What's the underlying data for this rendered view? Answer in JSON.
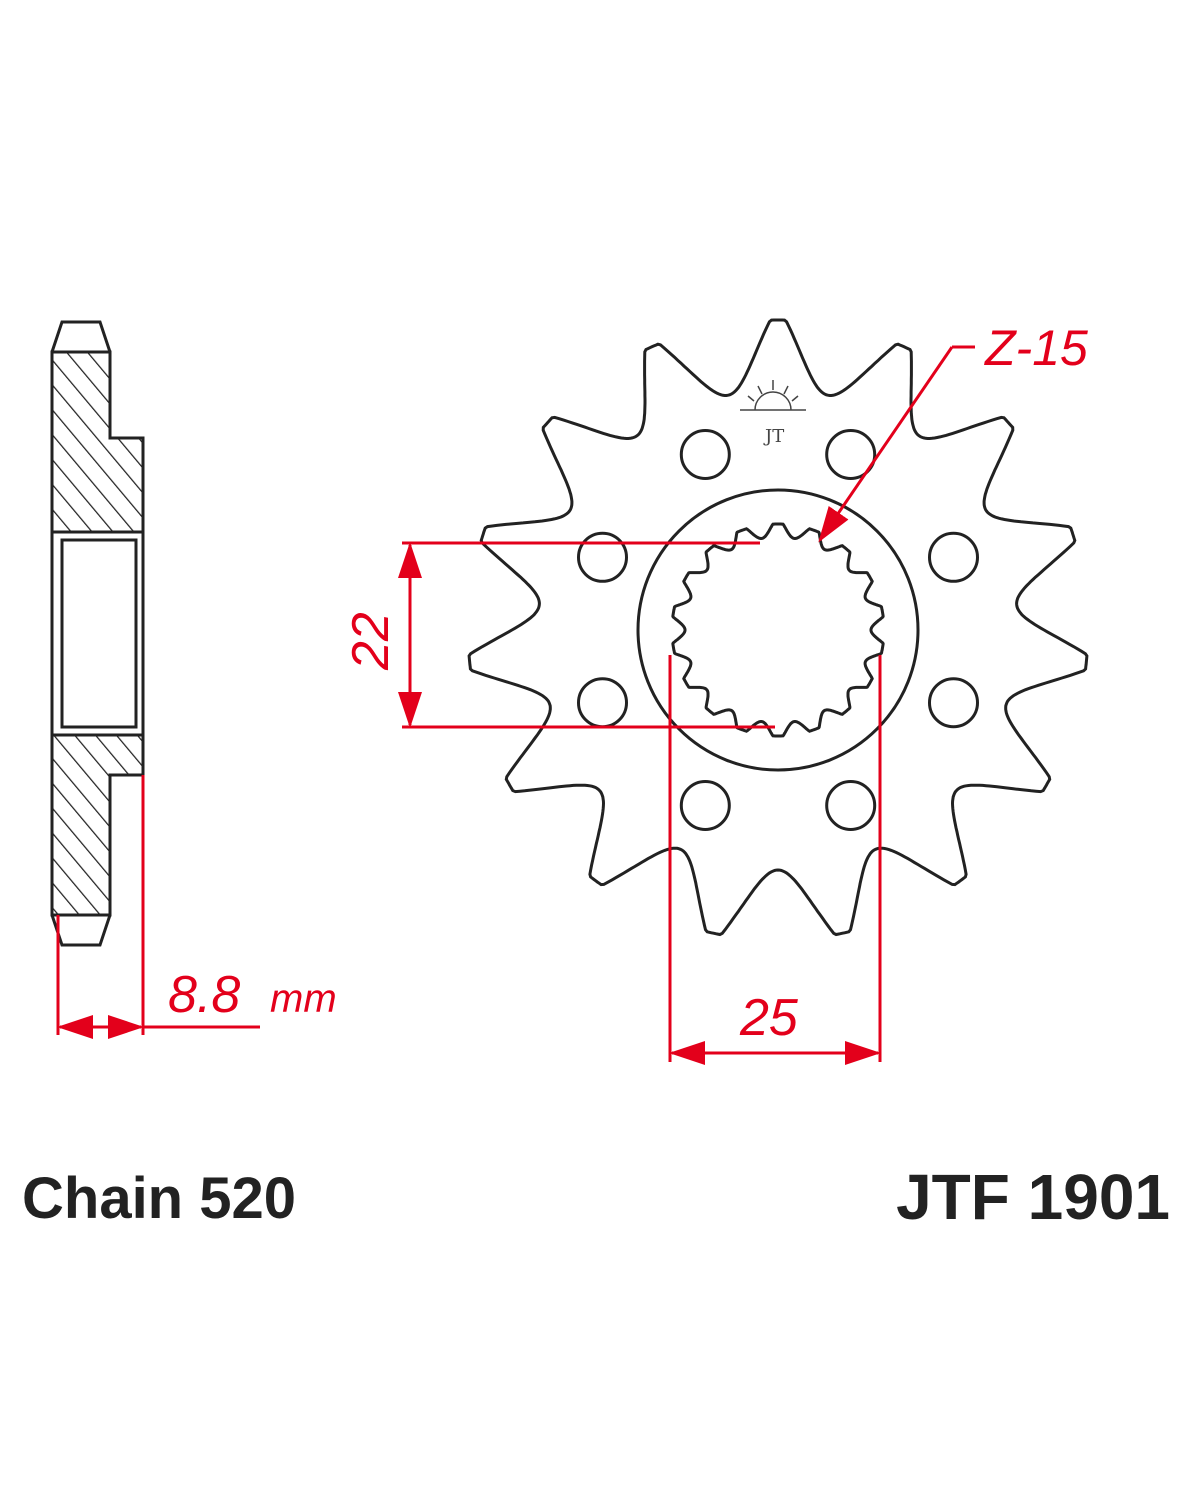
{
  "drawing": {
    "teeth_label": "Z-15",
    "spline_dimension": "22",
    "bore_dimension": "25",
    "thickness_value": "8.8",
    "thickness_unit": "mm",
    "teeth_count": 15,
    "spline_count": 18,
    "bolt_holes": 8
  },
  "footer": {
    "chain": "Chain 520",
    "part_number": "JTF 1901"
  },
  "colors": {
    "dimension": "#e3001b",
    "outline": "#222222"
  }
}
